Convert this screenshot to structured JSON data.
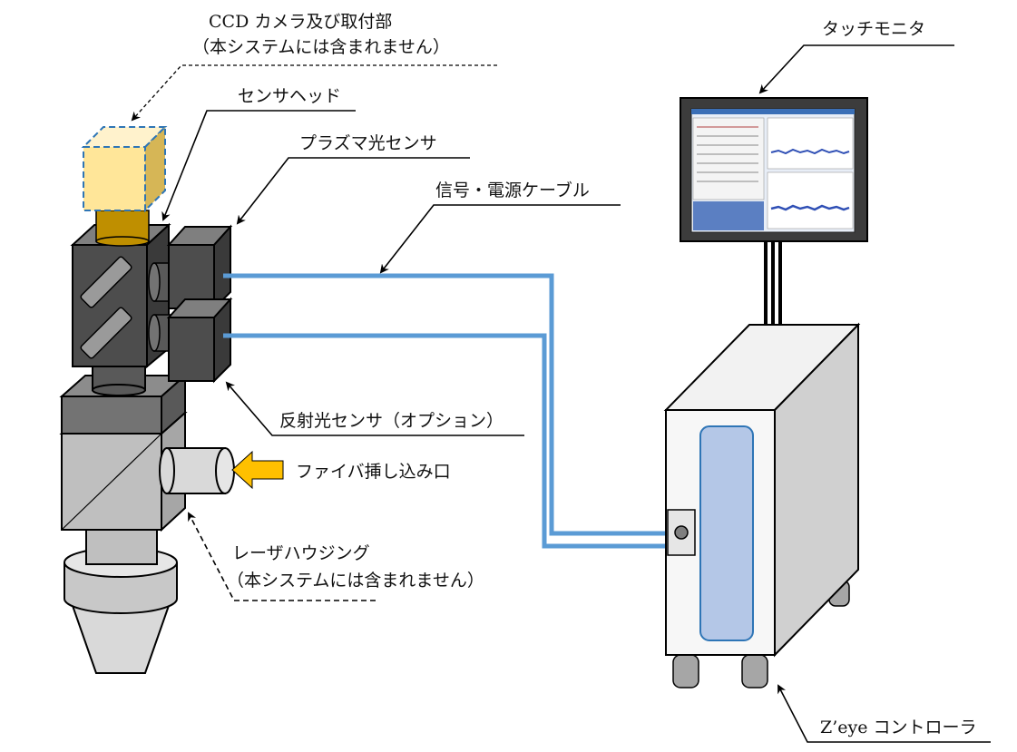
{
  "labels": {
    "ccd_line1": "CCD カメラ及び取付部",
    "ccd_line2": "（本システムには含まれません）",
    "touch_monitor": "タッチモニタ",
    "sensor_head": "センサヘッド",
    "plasma_sensor": "プラズマ光センサ",
    "signal_cable": "信号・電源ケーブル",
    "reflect_sensor": "反射光センサ（オプション）",
    "fiber_port": "ファイバ挿し込み口",
    "laser_line1": "レーザハウジング",
    "laser_line2": "（本システムには含まれません）",
    "controller": "Z’eye コントローラ"
  },
  "colors": {
    "cable": "#5b9bd5",
    "ccd_fill": "#ffe699",
    "ccd_outline": "#2e75b6",
    "orange_arrow": "#ffc000",
    "sensor_dark": "#4d4d4d",
    "housing_gray": "#bfbfbf",
    "controller_window": "#b4c7e7"
  }
}
